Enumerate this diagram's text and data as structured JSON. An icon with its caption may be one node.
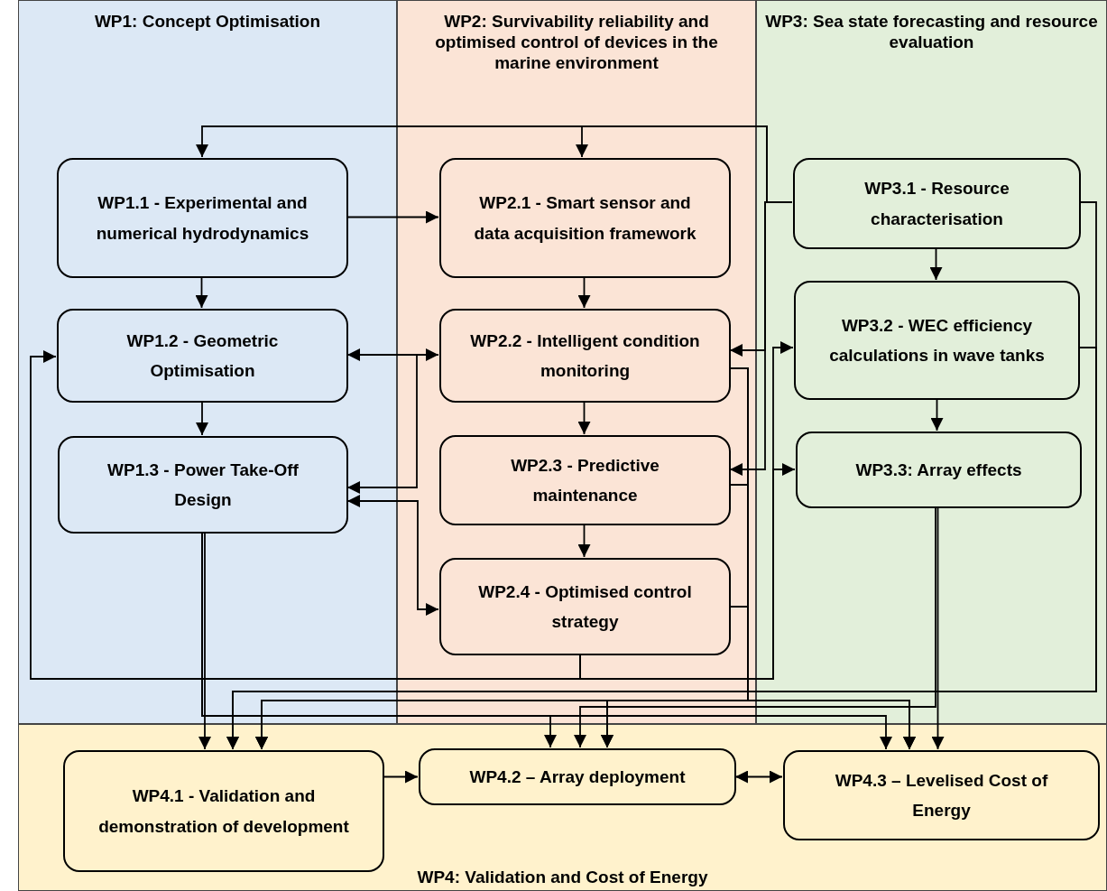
{
  "diagram": {
    "nodes": [
      {
        "text": [
          "WP1: Concept Optimisation"
        ]
      },
      {
        "text": [
          "WP2: Survivability reliability and optimised control of devices in the marine environment"
        ]
      },
      {
        "text": [
          "WP3: Sea state forecasting and resource evaluation"
        ]
      },
      {
        "text": [
          "WP4: Validation and Cost of Energy"
        ]
      },
      {
        "text": [
          "WP1.1 - Experimental and numerical hydrodynamics"
        ],
        "in": 0
      },
      {
        "text": [
          "WP1.2 - Geometric Optimisation"
        ],
        "in": 0
      },
      {
        "text": [
          "WP1.3 - Power Take-Off Design"
        ],
        "in": 0
      },
      {
        "text": [
          "WP2.1 - Smart sensor and data acquisition framework"
        ],
        "in": 1
      },
      {
        "text": [
          "WP2.2 - Intelligent condition monitoring"
        ],
        "in": 1
      },
      {
        "text": [
          "WP2.3 - Predictive maintenance"
        ],
        "in": 1
      },
      {
        "text": [
          "WP2.4 - Optimised control strategy"
        ],
        "in": 1
      },
      {
        "text": [
          "WP3.1 - Resource characterisation"
        ],
        "in": 2
      },
      {
        "text": [
          "WP3.2 - WEC efficiency calculations in wave tanks"
        ],
        "in": 2
      },
      {
        "text": [
          "WP3.3: Array effects"
        ],
        "in": 2
      },
      {
        "text": [
          "WP4.1 - Validation and demonstration of development"
        ],
        "in": 3
      },
      {
        "text": [
          "WP4.2 – Array deployment"
        ],
        "in": 3
      },
      {
        "text": [
          "WP4.3 – Levelised Cost of Energy"
        ],
        "in": 3
      }
    ],
    "edges": [
      {
        "from": 4,
        "to": 5,
        "arrow": "to"
      },
      {
        "from": 5,
        "to": 6,
        "arrow": "to"
      },
      {
        "from": 4,
        "to": 7,
        "arrow": "to"
      },
      {
        "from": 7,
        "to": 8,
        "arrow": "to"
      },
      {
        "from": 8,
        "to": 9,
        "arrow": "to"
      },
      {
        "from": 9,
        "to": 10,
        "arrow": "to"
      },
      {
        "from": 11,
        "to": 12,
        "arrow": "to"
      },
      {
        "from": 12,
        "to": 13,
        "arrow": "to"
      },
      {
        "from": 11,
        "to": 4,
        "arrow": "to"
      },
      {
        "from": 11,
        "to": 7,
        "arrow": "to"
      },
      {
        "from": 11,
        "to": 8,
        "arrow": "to"
      },
      {
        "from": 11,
        "to": 9,
        "arrow": "to"
      },
      {
        "from": 5,
        "to": 8,
        "arrow": "both"
      },
      {
        "from": 8,
        "to": 6,
        "arrow": "to"
      },
      {
        "from": 10,
        "to": 6,
        "arrow": "both"
      },
      {
        "from": 10,
        "to": 5,
        "arrow": "to"
      },
      {
        "from": 10,
        "to": 12,
        "arrow": "to"
      },
      {
        "from": 10,
        "to": 13,
        "arrow": "to"
      },
      {
        "from": 11,
        "to": 14,
        "arrow": "to"
      },
      {
        "from": 12,
        "to": 14,
        "arrow": "to"
      },
      {
        "from": 8,
        "to": 14,
        "arrow": "to"
      },
      {
        "from": 8,
        "to": 15,
        "arrow": "to"
      },
      {
        "from": 8,
        "to": 16,
        "arrow": "to"
      },
      {
        "from": 9,
        "to": 14,
        "arrow": "to"
      },
      {
        "from": 9,
        "to": 15,
        "arrow": "to"
      },
      {
        "from": 9,
        "to": 16,
        "arrow": "to"
      },
      {
        "from": 10,
        "to": 14,
        "arrow": "to"
      },
      {
        "from": 10,
        "to": 15,
        "arrow": "to"
      },
      {
        "from": 10,
        "to": 16,
        "arrow": "to"
      },
      {
        "from": 6,
        "to": 14,
        "arrow": "to"
      },
      {
        "from": 6,
        "to": 15,
        "arrow": "to"
      },
      {
        "from": 6,
        "to": 16,
        "arrow": "to"
      },
      {
        "from": 13,
        "to": 16,
        "arrow": "to"
      },
      {
        "from": 13,
        "to": 15,
        "arrow": "to"
      },
      {
        "from": 14,
        "to": 15,
        "arrow": "to"
      },
      {
        "from": 15,
        "to": 16,
        "arrow": "both"
      }
    ]
  }
}
